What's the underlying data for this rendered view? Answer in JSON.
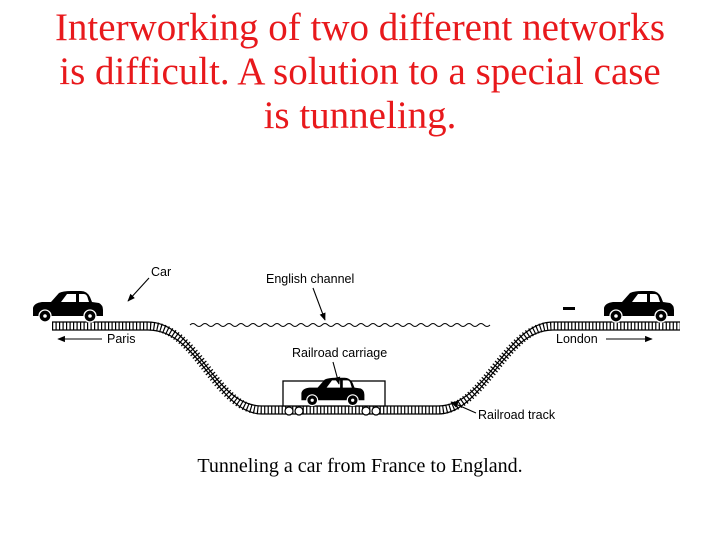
{
  "slide": {
    "title_lines": [
      "Interworking of two different networks",
      "is difficult. A solution to a special case",
      "is tunneling."
    ],
    "title_color": "#e8191c"
  },
  "diagram": {
    "labels": {
      "car": "Car",
      "english_channel": "English channel",
      "paris": "Paris",
      "london": "London",
      "railroad_carriage": "Railroad carriage",
      "railroad_track": "Railroad track"
    },
    "icons": [
      "car-icon",
      "railroad-carriage-icon",
      "railroad-track",
      "water-wave",
      "arrow"
    ]
  },
  "caption": "Tunneling a car from France to England."
}
